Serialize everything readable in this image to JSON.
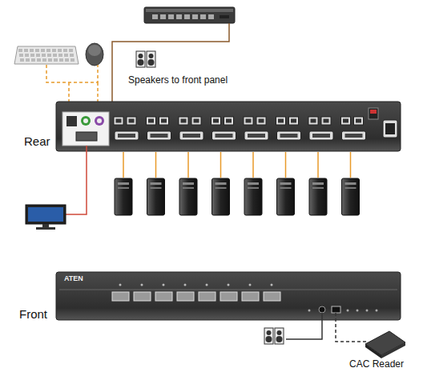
{
  "diagram": {
    "labels": [
      "Speakers to front panel",
      "Rear",
      "Front",
      "ATEN",
      "CAC Reader"
    ]
  }
}
